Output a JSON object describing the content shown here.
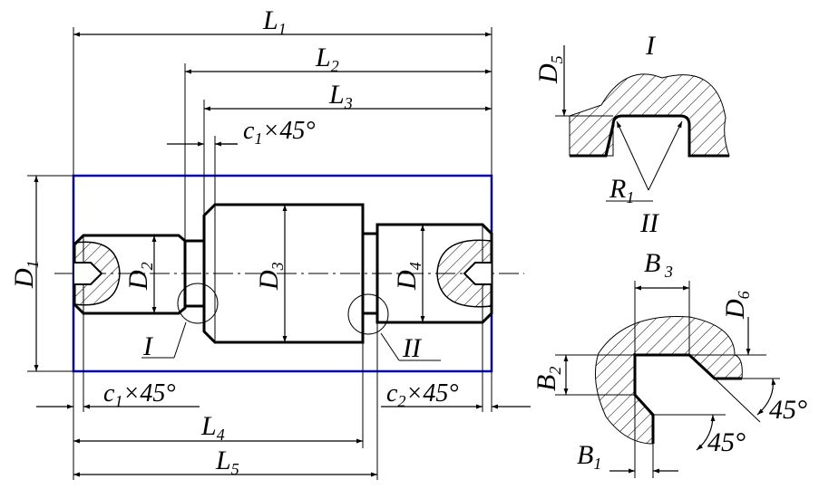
{
  "labels": {
    "L1": {
      "main": "L",
      "sub": "1"
    },
    "L2": {
      "main": "L",
      "sub": "2"
    },
    "L3": {
      "main": "L",
      "sub": "3"
    },
    "L4": {
      "main": "L",
      "sub": "4"
    },
    "L5": {
      "main": "L",
      "sub": "5"
    },
    "D1": {
      "main": "D",
      "sub": "1"
    },
    "D2": {
      "main": "D",
      "sub": "2"
    },
    "D3": {
      "main": "D",
      "sub": "3"
    },
    "D4": {
      "main": "D",
      "sub": "4"
    },
    "D5": {
      "main": "D",
      "sub": "5"
    },
    "D6": {
      "main": "D",
      "sub": "6"
    },
    "B1": {
      "main": "B",
      "sub": "1"
    },
    "B2": {
      "main": "B",
      "sub": "2"
    },
    "B3": {
      "main": "B",
      "sub": " 3"
    },
    "R1": {
      "main": "R",
      "sub": "1"
    },
    "chamfer_c1_top": {
      "main": "c",
      "sub": "1",
      "tail": "×45°"
    },
    "chamfer_c1_bottom": {
      "main": "c",
      "sub": "1",
      "tail": "×45°"
    },
    "chamfer_c2": {
      "main": "c",
      "sub": "2",
      "tail": "×45°"
    },
    "detail_I_callout": "I",
    "detail_II_callout": "II",
    "detail_I_title": "I",
    "detail_II_title": "II",
    "angle_upper": "45°",
    "angle_lower": "45°"
  },
  "colors": {
    "outline": "#000000",
    "frame": "#0000cc",
    "background": "#ffffff"
  }
}
